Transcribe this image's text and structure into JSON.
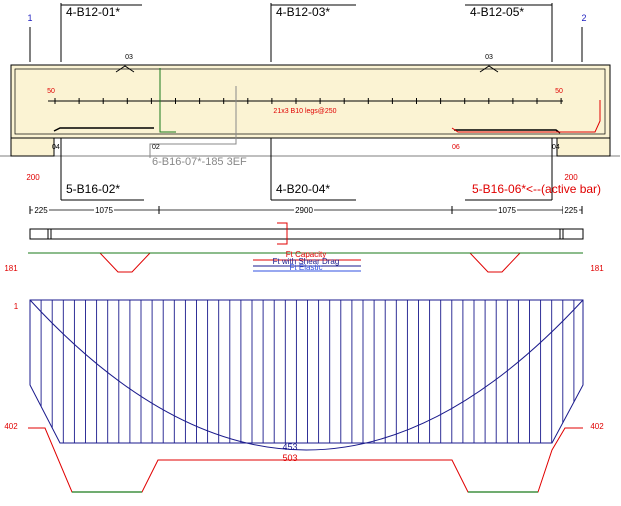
{
  "grid": {
    "left": "1",
    "right": "2"
  },
  "top_bars": {
    "b1": "4-B12-01*",
    "b3": "4-B12-03*",
    "b5": "4-B12-05*"
  },
  "support_codes": {
    "left": "03",
    "right": "03"
  },
  "dims": {
    "left_50": "50",
    "right_50": "50",
    "left_200": "200",
    "right_200": "200"
  },
  "stirrups": "21x3 B10 legs@250",
  "marks": {
    "m04_left": "04",
    "m02": "02",
    "m06": "06",
    "m04_right": "04"
  },
  "inactive_bar": "6-B16-07*-185 3EF",
  "bottom_bars": {
    "b2": "5-B16-02*",
    "b4": "4-B20-04*",
    "b6": "5-B16-06*<--(active bar)"
  },
  "spans": {
    "s1": "225",
    "s2": "1075",
    "s3": "2900",
    "s4": "1075",
    "s5": "225"
  },
  "legend": {
    "l1": "Ft Capacity",
    "l2": "Ft with Shear Drag",
    "l3": "Ft Elastic"
  },
  "side_values": {
    "v181_left": "181",
    "v181_right": "181",
    "v1": "1",
    "v402_left": "402",
    "v402_right": "402"
  },
  "center_values": {
    "v453": "453",
    "v503": "503"
  },
  "colors": {
    "dark": "#000000",
    "red": "#e00000",
    "green": "#1a7a1a",
    "navy": "#1a1a8c",
    "beam_fill": "#fbf3d3",
    "gray": "#888888"
  }
}
